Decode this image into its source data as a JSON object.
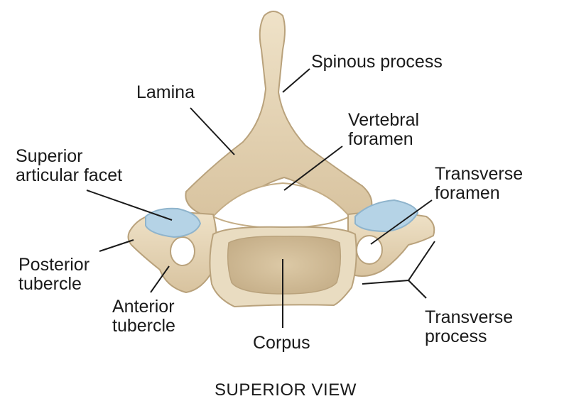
{
  "labels": {
    "spinous_process": "Spinous process",
    "lamina": "Lamina",
    "vertebral_foramen": [
      "Vertebral",
      "foramen"
    ],
    "superior_articular_facet": [
      "Superior",
      "articular facet"
    ],
    "transverse_foramen": [
      "Transverse",
      "foramen"
    ],
    "posterior_tubercle": [
      "Posterior",
      "tubercle"
    ],
    "anterior_tubercle": [
      "Anterior",
      "tubercle"
    ],
    "corpus": "Corpus",
    "transverse_process": [
      "Transverse",
      "process"
    ]
  },
  "caption": "SUPERIOR VIEW",
  "colors": {
    "bone": "#e6d6b8",
    "bone_shadow": "#c9b48f",
    "cartilage": "#b5d3e6",
    "line": "#1a1a1a"
  }
}
